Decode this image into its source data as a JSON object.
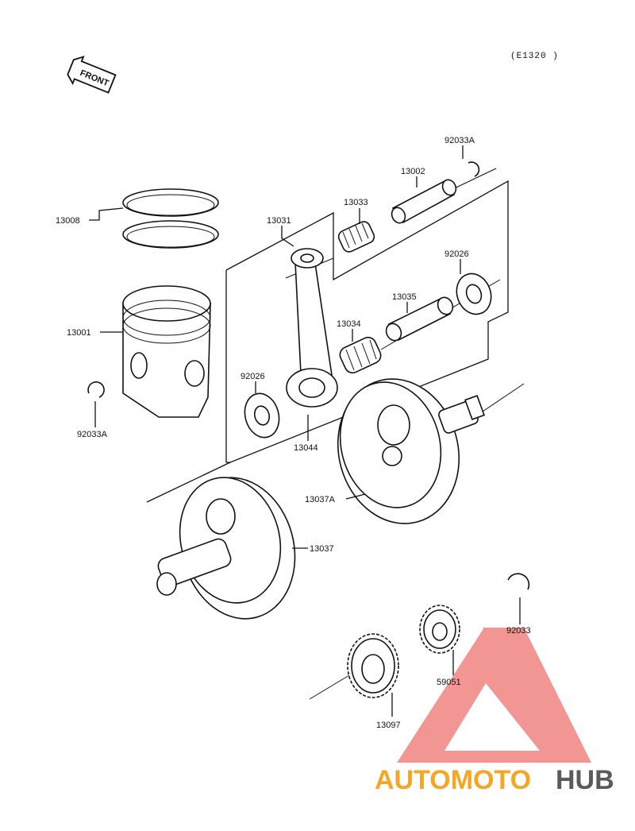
{
  "diagram_code": "(E1320 )",
  "front_arrow": "FRONT",
  "callouts": {
    "p13008": "13008",
    "p13001": "13001",
    "p92033A_left": "92033A",
    "p13031": "13031",
    "p13033": "13033",
    "p13002": "13002",
    "p92033A_right": "92033A",
    "p92026_right": "92026",
    "p13035": "13035",
    "p13034": "13034",
    "p92026_left": "92026",
    "p13044": "13044",
    "p13037A": "13037A",
    "p13037": "13037",
    "p92033": "92033",
    "p59051": "59051",
    "p13097": "13097"
  },
  "watermark": {
    "part1": "AUTOMOTO",
    "part2": "HUB",
    "color1": "#f5a623",
    "color2": "#5a5a5a",
    "logo_color": "#e8413c"
  }
}
